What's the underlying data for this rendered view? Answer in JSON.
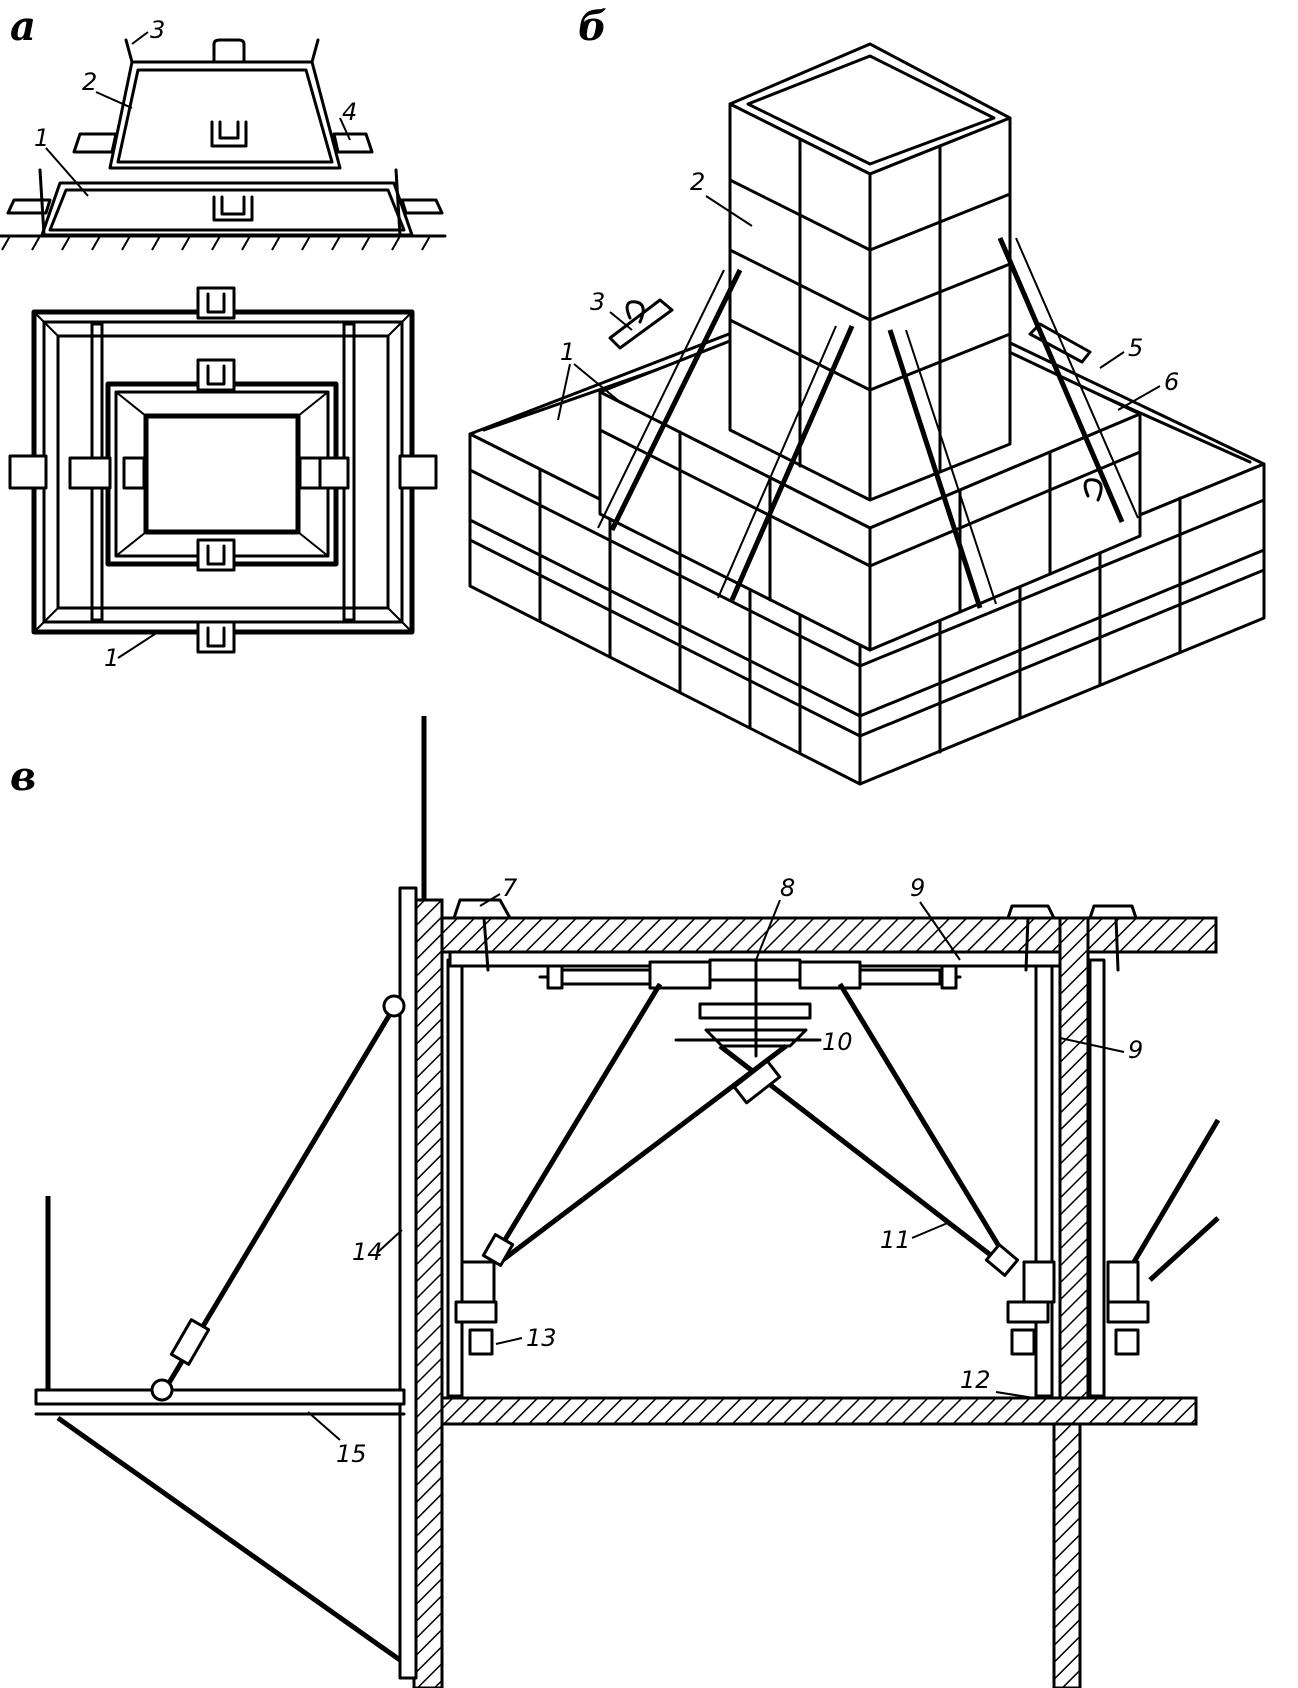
{
  "panels": {
    "a": "а",
    "b": "б",
    "v": "в"
  },
  "labels_a": {
    "n1_top": "1",
    "n2": "2",
    "n3": "3",
    "n4": "4",
    "n1_plan": "1"
  },
  "labels_b": {
    "n1": "1",
    "n2": "2",
    "n3": "3",
    "n5": "5",
    "n6": "6"
  },
  "labels_v": {
    "n7": "7",
    "n8": "8",
    "n9_top": "9",
    "n9_right": "9",
    "n10": "10",
    "n11": "11",
    "n12": "12",
    "n13": "13",
    "n14": "14",
    "n15": "15"
  }
}
